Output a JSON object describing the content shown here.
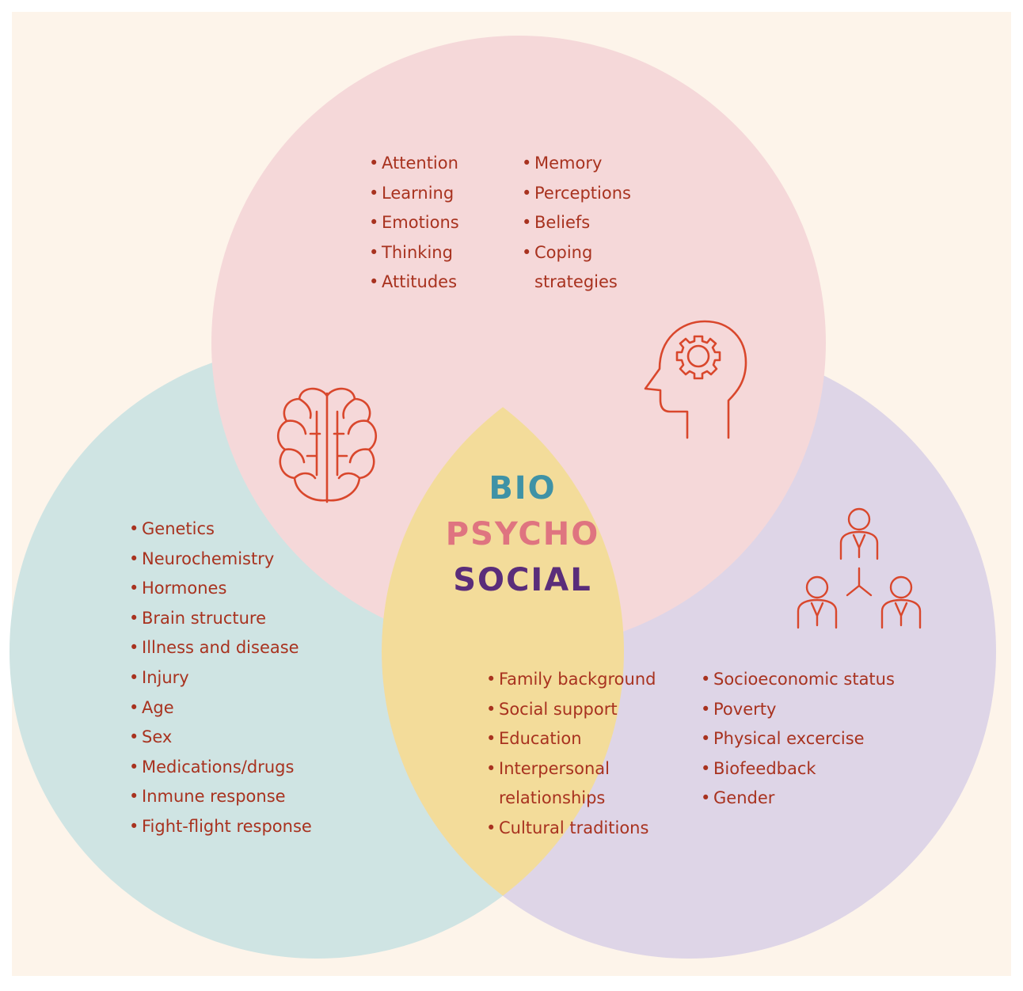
{
  "colors": {
    "page_background": "#fdf4ea",
    "psycho_circle": "#f5d8d9",
    "bio_circle": "#cfe4e3",
    "social_circle": "#ded5e7",
    "center_overlap": "#f3dc9a",
    "icon_stroke": "#d9472c",
    "list_text": "#a8321f",
    "bio_word": "#3f92a6",
    "psycho_word": "#df7480",
    "social_word": "#5a2d7a"
  },
  "icons": {
    "psycho": "head-with-gear-icon",
    "bio": "brain-icon",
    "social": "people-network-icon"
  },
  "center": {
    "bio": "BIO",
    "psycho": "PSYCHO",
    "social": "SOCIAL"
  },
  "psycho": {
    "col1": [
      "Attention",
      "Learning",
      "Emotions",
      "Thinking",
      "Attitudes"
    ],
    "col2": [
      "Memory",
      "Perceptions",
      "Beliefs",
      "Coping",
      "strategies"
    ]
  },
  "bio": {
    "items": [
      "Genetics",
      "Neurochemistry",
      "Hormones",
      "Brain structure",
      "Illness and disease",
      "Injury",
      "Age",
      "Sex",
      "Medications/drugs",
      "Inmune response",
      "Fight-flight response"
    ]
  },
  "social": {
    "col1": [
      "Family background",
      "Social support",
      "Education",
      "Interpersonal",
      "relationships",
      "Cultural traditions"
    ],
    "col2": [
      "Socioeconomic status",
      "Poverty",
      "Physical excercise",
      "Biofeedback",
      "Gender"
    ]
  }
}
